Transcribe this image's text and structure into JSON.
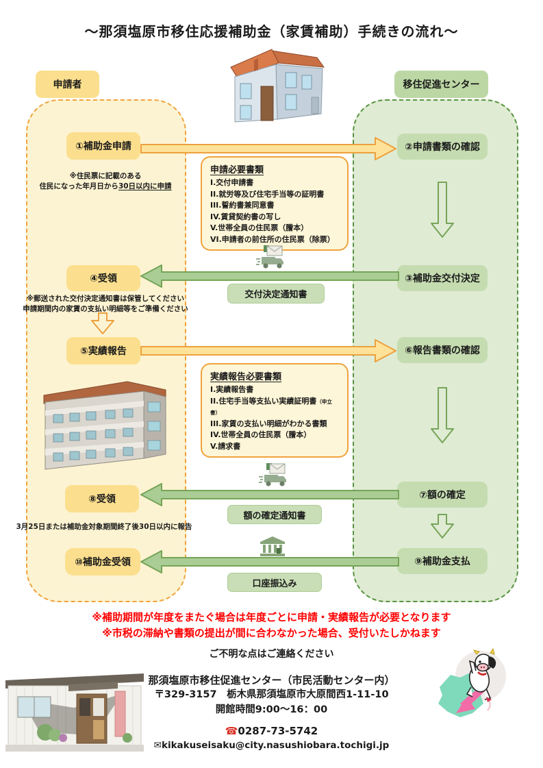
{
  "title": "～那須塩原市移住応援補助金（家賃補助）手続きの流れ～",
  "lanes": {
    "applicant_header": "申請者",
    "center_header": "移住促進センター"
  },
  "steps": {
    "s1": "①補助金申請",
    "s2": "②申請書類の確認",
    "s3": "③補助金交付決定",
    "s4": "④受領",
    "s5": "⑤実績報告",
    "s6": "⑥報告書類の確認",
    "s7": "⑦額の確定",
    "s8": "⑧受領",
    "s9": "⑨補助金支払",
    "s10": "⑩補助金受領"
  },
  "notes": {
    "apply_line1": "※住民票に記載のある",
    "apply_line2_pre": "住民になった年月日から",
    "apply_line2_underlined": "30日以内に申請",
    "keep_line1": "※郵送された交付決定通知書は保管してください",
    "keep_line2": "申請期間内の家賃の支払い明細等をご準備ください",
    "report_deadline": "3月25日または補助金対象期間終了後30日以内に報告"
  },
  "apply_docs": {
    "title": "申請必要書類",
    "items": [
      "I.交付申請書",
      "II.就労等及び住宅手当等の証明書",
      "III.誓約書兼同意書",
      "IV.賃貸契約書の写し",
      "V.世帯全員の住民票（謄本）",
      "VI.申請者の前住所の住民票（除票）"
    ]
  },
  "report_docs": {
    "title": "実績報告必要書類",
    "items": [
      "I.実績報告書",
      "II.住宅手当等支払い実績証明書",
      "III.家賃の支払い明細がわかる書類",
      "IV.世帯全員の住民票（謄本）",
      "V.請求書"
    ],
    "item2_suffix": "（申立書）"
  },
  "labels": {
    "grant_decision_notice": "交付決定通知書",
    "amount_decision_notice": "額の確定通知書",
    "bank_transfer": "口座振込み"
  },
  "warnings": {
    "line1": "※補助期間が年度をまたぐ場合は年度ごとに申請・実績報告が必要となります",
    "line2": "※市税の滞納や書類の提出が間に合わなかった場合、受付いたしかねます"
  },
  "footer": {
    "contact_lead": "ご不明な点はご連絡ください",
    "center_name": "那須塩原市移住促進センター（市民活動センター内）",
    "address": "〒329-3157　栃木県那須塩原市大原間西1-11-10",
    "hours": "開館時間9:00～16：00",
    "phone": "0287-73-5742",
    "email": "kikakuseisaku@city.nasushiobara.tochigi.jp"
  },
  "colors": {
    "applicant_accent": "#F0A33C",
    "applicant_fill": "#FBDF8E",
    "applicant_lane": "#FCF3D2",
    "center_accent": "#56933F",
    "center_fill": "#C5DCB0",
    "center_lane": "#DFEBD3",
    "arrow_yellow": "#FFE299",
    "arrow_green": "#A9CD94",
    "warning_red": "#FF0000"
  }
}
